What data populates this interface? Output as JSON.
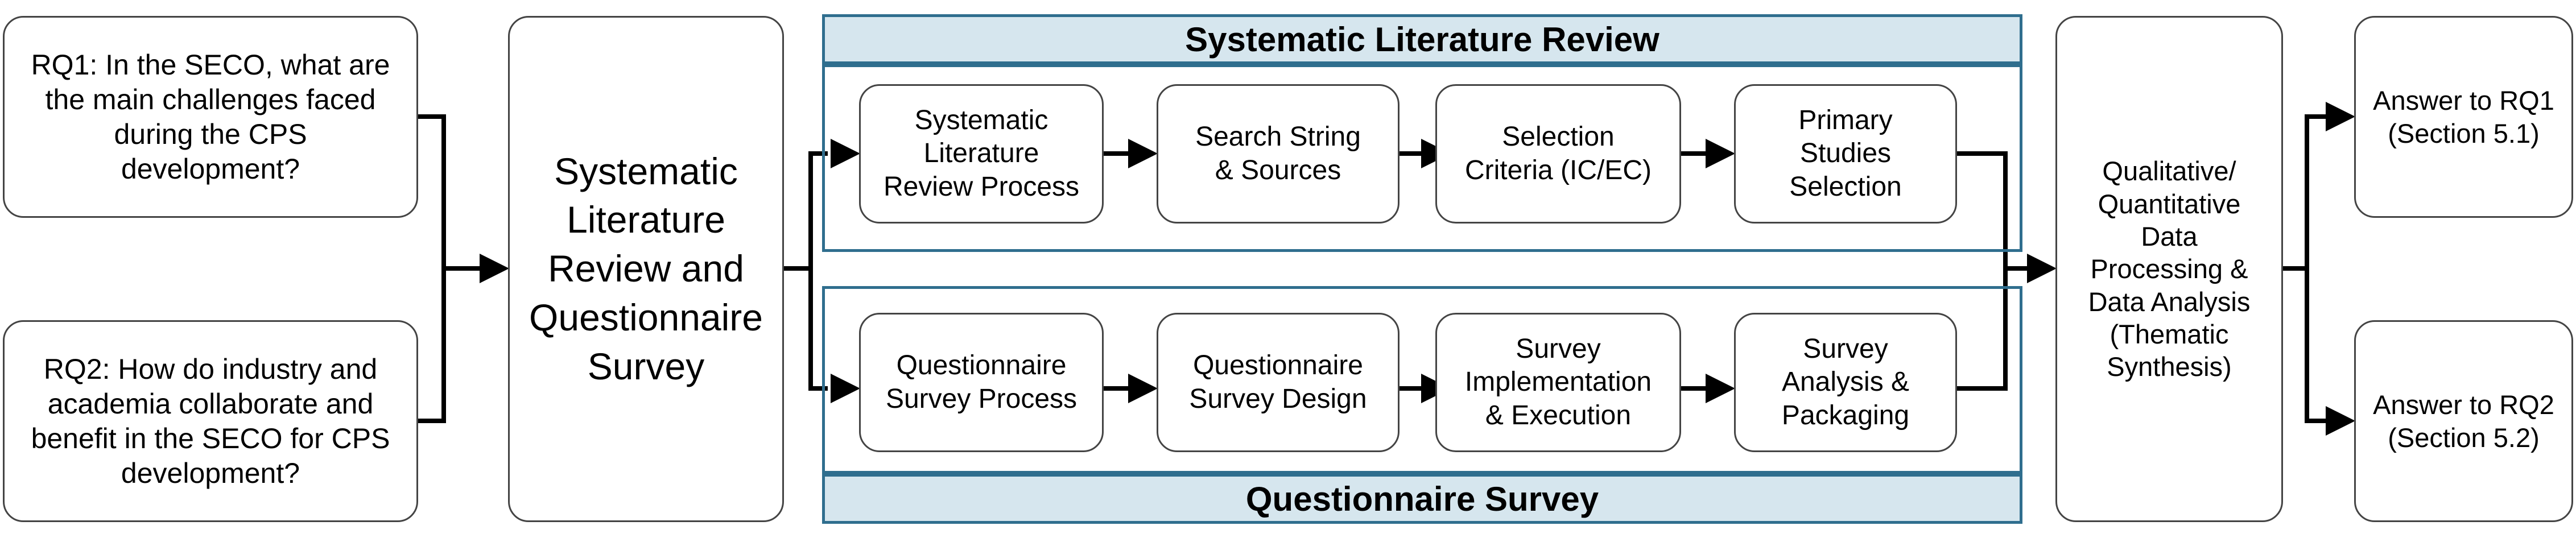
{
  "rq1": "RQ1: In the SECO, what are\nthe main challenges faced\nduring the CPS\ndevelopment?",
  "rq2": "RQ2: How do industry and\nacademia collaborate and\nbenefit in the SECO for CPS\ndevelopment?",
  "method": "Systematic\nLiterature\nReview and\nQuestionnaire\nSurvey",
  "slr": {
    "title": "Systematic Literature Review",
    "steps": [
      "Systematic\nLiterature\nReview  Process",
      "Search String\n& Sources",
      "Selection\nCriteria (IC/EC)",
      "Primary\nStudies\nSelection"
    ]
  },
  "survey": {
    "title": "Questionnaire Survey",
    "steps": [
      "Questionnaire\nSurvey Process",
      "Questionnaire\nSurvey Design",
      "Survey\nImplementation\n& Execution",
      "Survey\nAnalysis &\nPackaging"
    ]
  },
  "analysis": "Qualitative/\nQuantitative\nData\nProcessing &\nData Analysis\n(Thematic\nSynthesis)",
  "answer1": "Answer to RQ1\n(Section 5.1)",
  "answer2": "Answer to RQ2\n(Section 5.2)",
  "colors": {
    "frame": "#2f6e8e",
    "banner_fill": "#d6e6ee",
    "box_border": "#444444",
    "arrow": "#000000"
  }
}
